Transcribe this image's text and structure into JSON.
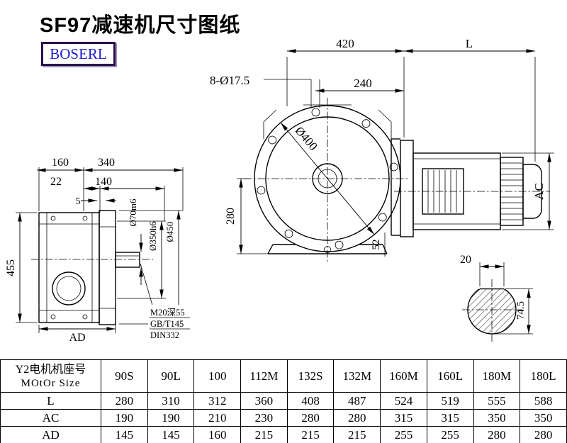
{
  "title": "SF97减速机尺寸图纸",
  "logo": {
    "text": "BOSERL",
    "text_color": "#1c1ccd",
    "border_color": "#2a1050"
  },
  "drawing": {
    "labels": {
      "top_420": "420",
      "top_L": "L",
      "holes": "8-Ø17.5",
      "top_240": "240",
      "dia400": "Ø400",
      "v280": "280",
      "ac": "AC",
      "lv160": "160",
      "lv340": "340",
      "lv22": "22",
      "lv140": "140",
      "lv5": "5",
      "dia70": "Ø70m6",
      "dia350": "Ø350h6",
      "dia450": "Ø450",
      "v455": "455",
      "n52": "52",
      "ad": "AD",
      "m20": "M20深55",
      "gb": "GB/T145",
      "din": "DIN332",
      "key20": "20",
      "k745": "74.5"
    }
  },
  "table": {
    "header_line1": "Y2电机机座号",
    "header_line2": "MOtOr Size",
    "columns": [
      "90S",
      "90L",
      "100",
      "112M",
      "132S",
      "132M",
      "160M",
      "160L",
      "180M",
      "180L"
    ],
    "rows": [
      {
        "label": "L",
        "values": [
          "280",
          "310",
          "312",
          "360",
          "408",
          "487",
          "524",
          "519",
          "555",
          "588"
        ]
      },
      {
        "label": "AC",
        "values": [
          "190",
          "190",
          "210",
          "230",
          "280",
          "280",
          "315",
          "315",
          "350",
          "350"
        ]
      },
      {
        "label": "AD",
        "values": [
          "145",
          "145",
          "160",
          "215",
          "215",
          "215",
          "255",
          "255",
          "280",
          "280"
        ]
      }
    ]
  }
}
